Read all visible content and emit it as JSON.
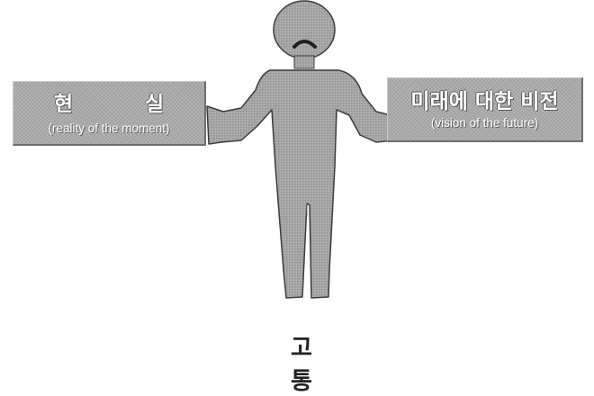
{
  "colors": {
    "figure_fill": "#a4a4a4",
    "figure_outline": "#3c3c3c",
    "sign_fill": "#a9a9a9",
    "sign_text": "#ffffff",
    "caption_text": "#222222"
  },
  "figure": {
    "icon": "standing-person-icon",
    "expression": "frown"
  },
  "left_sign": {
    "title": "현 실",
    "subtitle": "(reality of the moment)"
  },
  "right_sign": {
    "title": "미래에 대한 비전",
    "subtitle": "(vision of the future)"
  },
  "caption": "고 통"
}
